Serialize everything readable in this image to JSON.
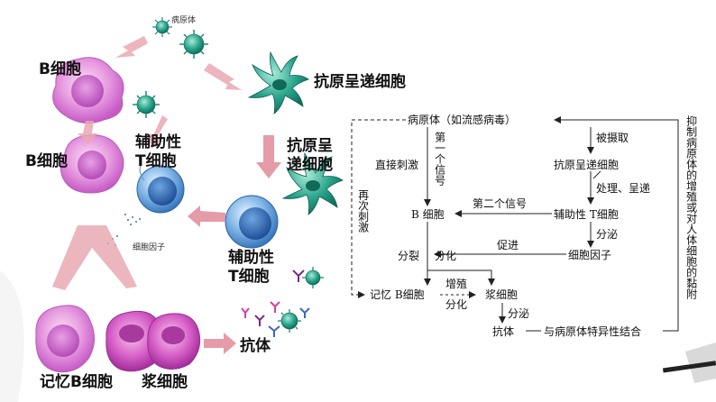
{
  "illustration": {
    "pathogen_small": "病原体",
    "b_cell_top": "B细胞",
    "apc_top": "抗原呈递细胞",
    "b_cell_mid": "B细胞",
    "helper_t_1": "辅助性",
    "helper_t_2": "T细胞",
    "apc_mid_1": "抗原呈",
    "apc_mid_2": "递细胞",
    "cytokine_small": "细胞因子",
    "helper_t_low_1": "辅助性",
    "helper_t_low_2": "T细胞",
    "antibody": "抗体",
    "memory_b": "记忆B细胞",
    "plasma": "浆细胞"
  },
  "flowchart": {
    "pathogen": "病原体（如流感病毒）",
    "captured": "被摄取",
    "direct_stim": "直接刺激",
    "first_signal": "第一个信号",
    "apc": "抗原呈递细胞",
    "process_present": "处理、呈递",
    "restim": "再次刺激",
    "b_cell": "B 细胞",
    "second_signal": "第二个信号",
    "helper_t": "辅助性 T细胞",
    "secrete_1": "分泌",
    "promote": "促进",
    "cytokine": "细胞因子",
    "divide": "分裂",
    "differentiate_1": "分化",
    "memory_b": "记忆 B细胞",
    "proliferate": "增殖",
    "differentiate_2": "分化",
    "plasma": "浆细胞",
    "secrete_2": "分泌",
    "antibody": "抗体",
    "bind": "与病原体特异性结合",
    "inhibit": "抑制病原体的增殖或对人体细胞的黏附"
  }
}
